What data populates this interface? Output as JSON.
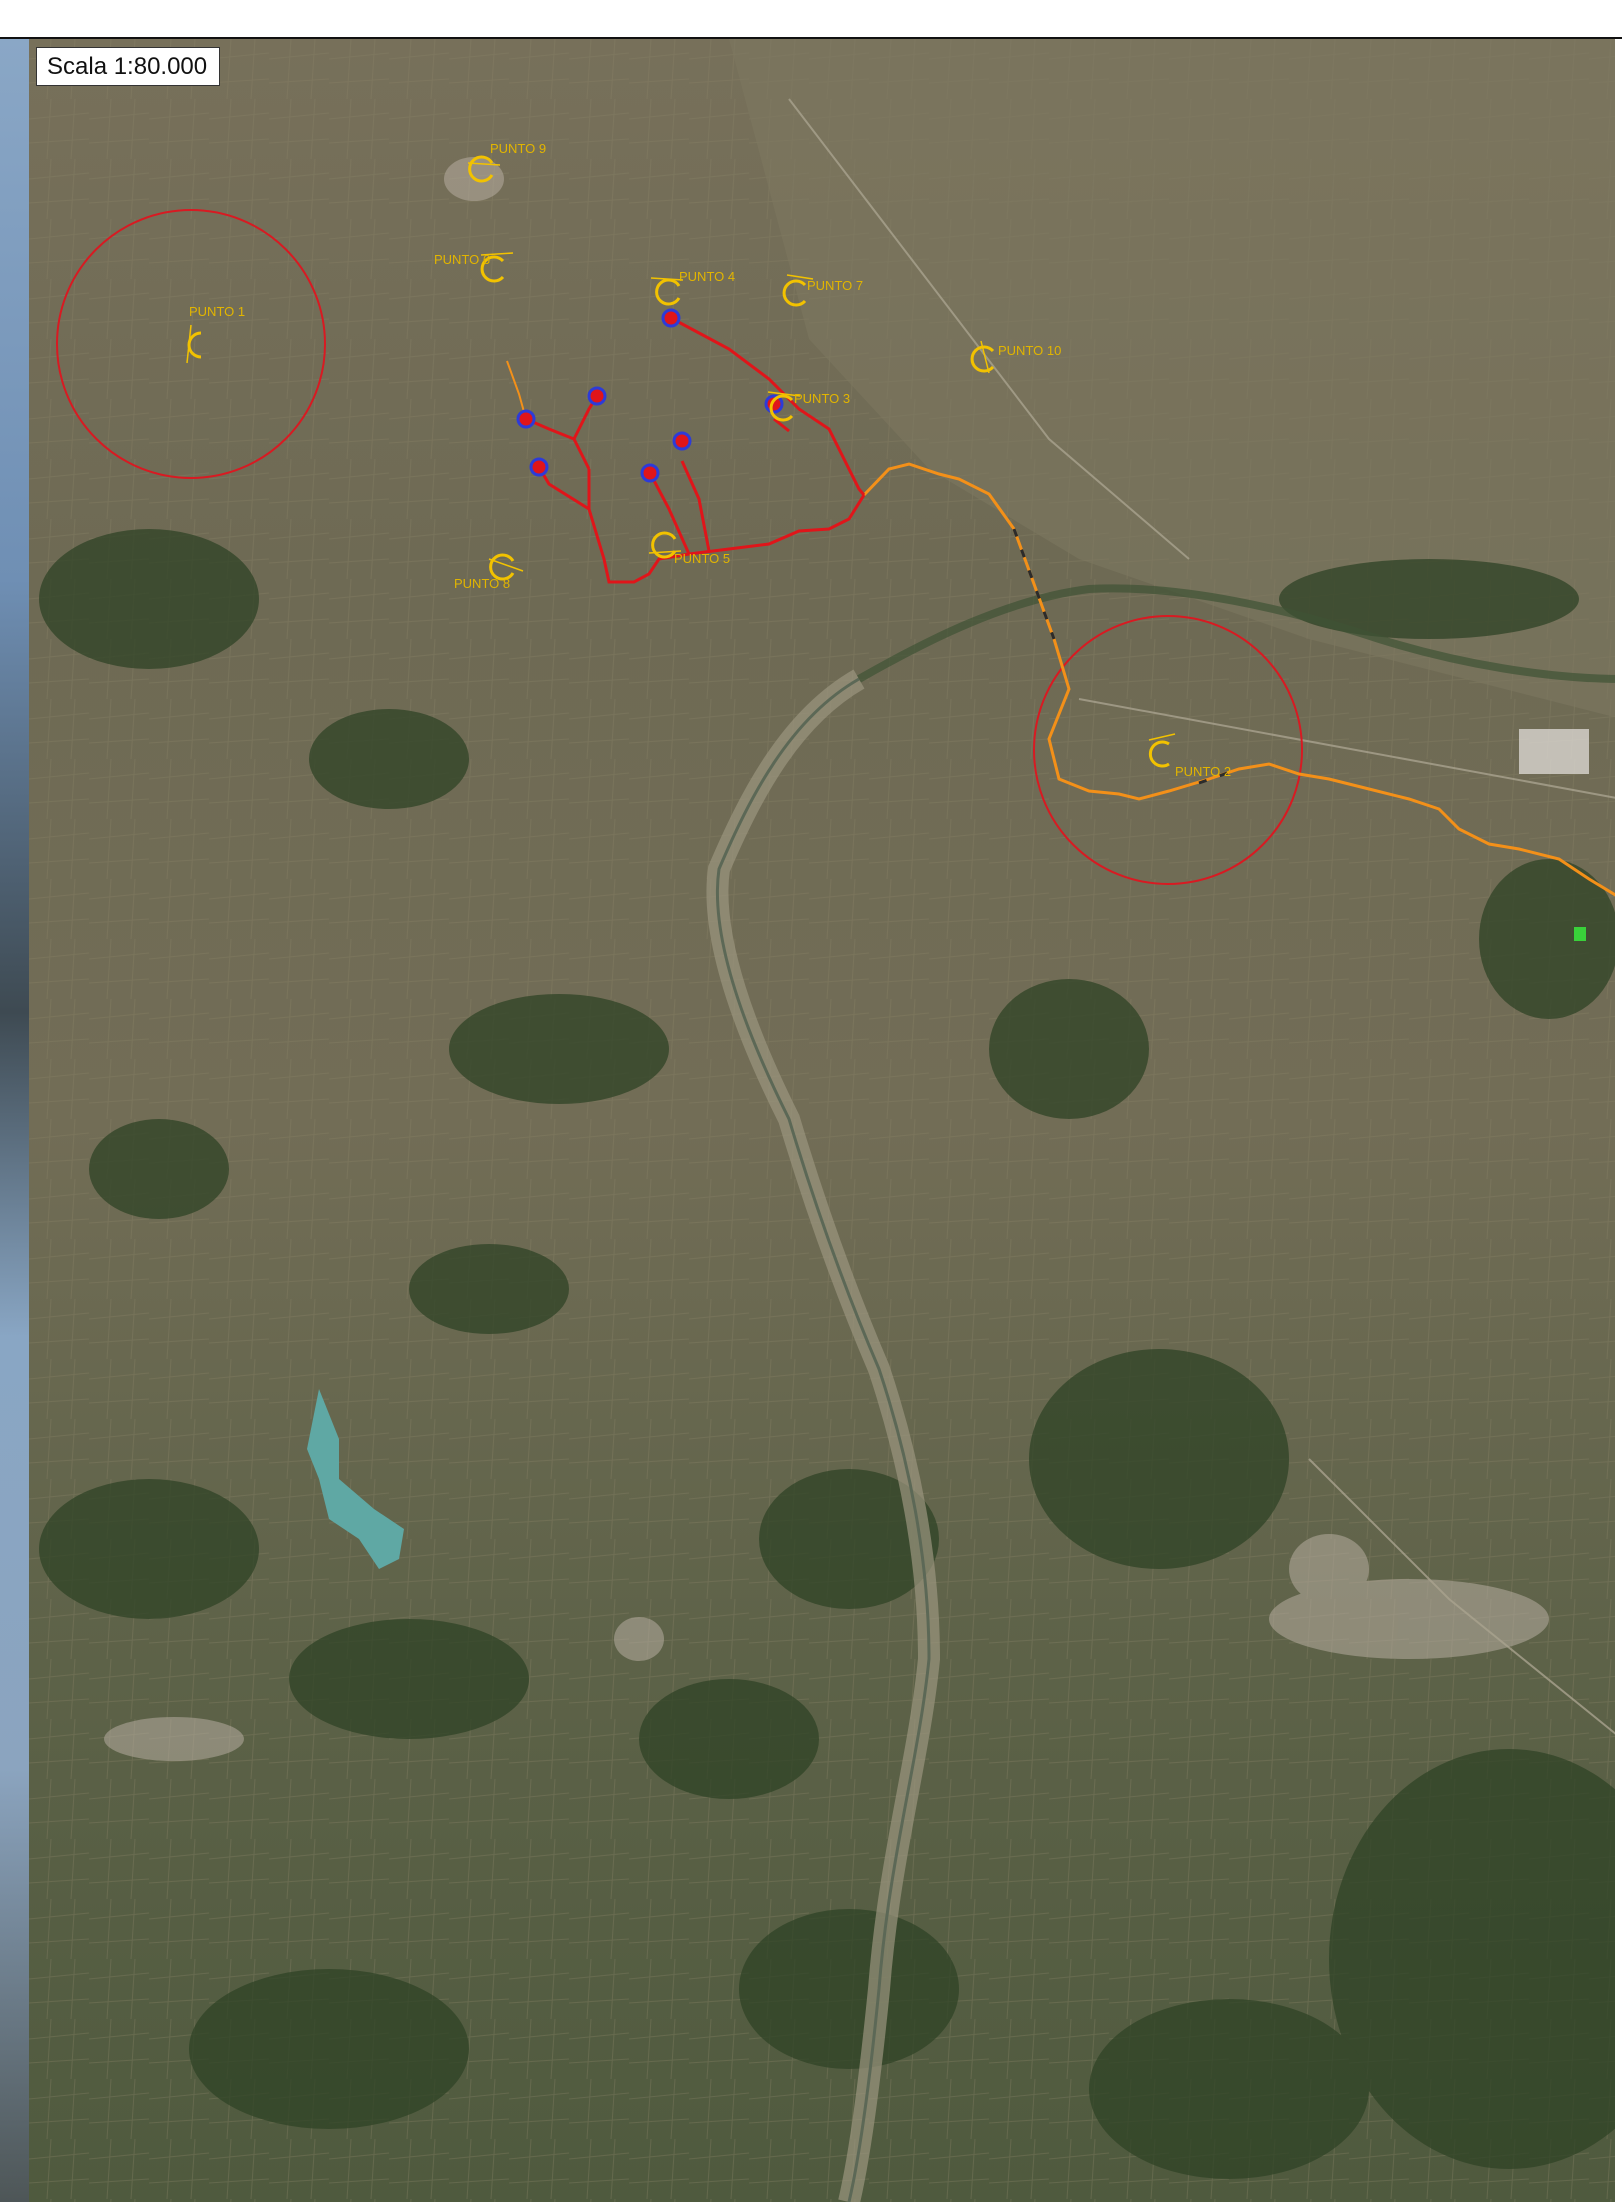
{
  "scale_label": "Scala 1:80.000",
  "colors": {
    "viewpoint": "#f2c200",
    "route_primary": "#e0151a",
    "route_secondary": "#f39019",
    "circle": "#d81a22",
    "turbine_outer": "#2d3bd8",
    "turbine_inner": "#e0151a",
    "water": "#5fa8a4"
  },
  "points": [
    {
      "id": "punto-1",
      "label": "PUNTO 1"
    },
    {
      "id": "punto-2",
      "label": "PUNTO 2"
    },
    {
      "id": "punto-3",
      "label": "PUNTO 3"
    },
    {
      "id": "punto-4",
      "label": "PUNTO 4"
    },
    {
      "id": "punto-5",
      "label": "PUNTO 5"
    },
    {
      "id": "punto-6",
      "label": "PUNTO 6"
    },
    {
      "id": "punto-7",
      "label": "PUNTO 7"
    },
    {
      "id": "punto-8",
      "label": "PUNTO 8"
    },
    {
      "id": "punto-9",
      "label": "PUNTO 9"
    },
    {
      "id": "punto-10",
      "label": "PUNTO 10"
    }
  ],
  "icons": {
    "viewpoint": "viewpoint-arc-icon",
    "turbine": "turbine-marker-icon"
  }
}
